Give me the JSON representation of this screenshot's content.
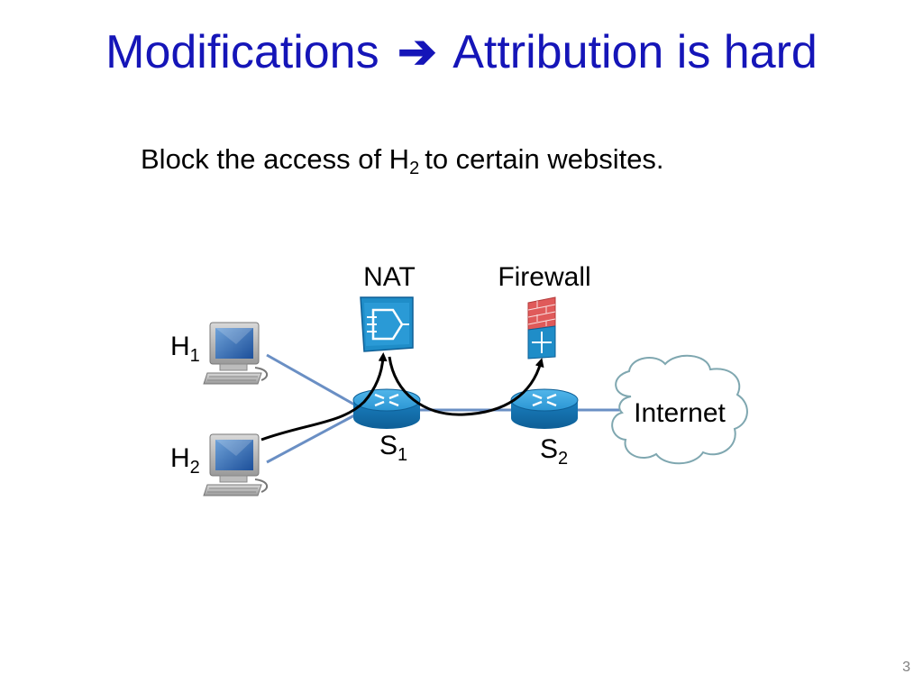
{
  "slide": {
    "title_left": "Modifications",
    "title_arrow": "➔",
    "title_right": "Attribution is hard",
    "subtitle_before": "Block the access of H",
    "subtitle_sub": "2",
    "subtitle_after": "to certain websites.",
    "page_number": "3"
  },
  "diagram": {
    "nat_label": "NAT",
    "firewall_label": "Firewall",
    "internet_label": "Internet",
    "h1_letter": "H",
    "h1_sub": "1",
    "h2_letter": "H",
    "h2_sub": "2",
    "s1_letter": "S",
    "s1_sub": "1",
    "s2_letter": "S",
    "s2_sub": "2"
  },
  "colors": {
    "title": "#1515b8",
    "link": "#6a8fc4",
    "router": "#1f8dc8",
    "firewall_brick": "#e05a5a",
    "nat_box": "#1f8dc8"
  }
}
